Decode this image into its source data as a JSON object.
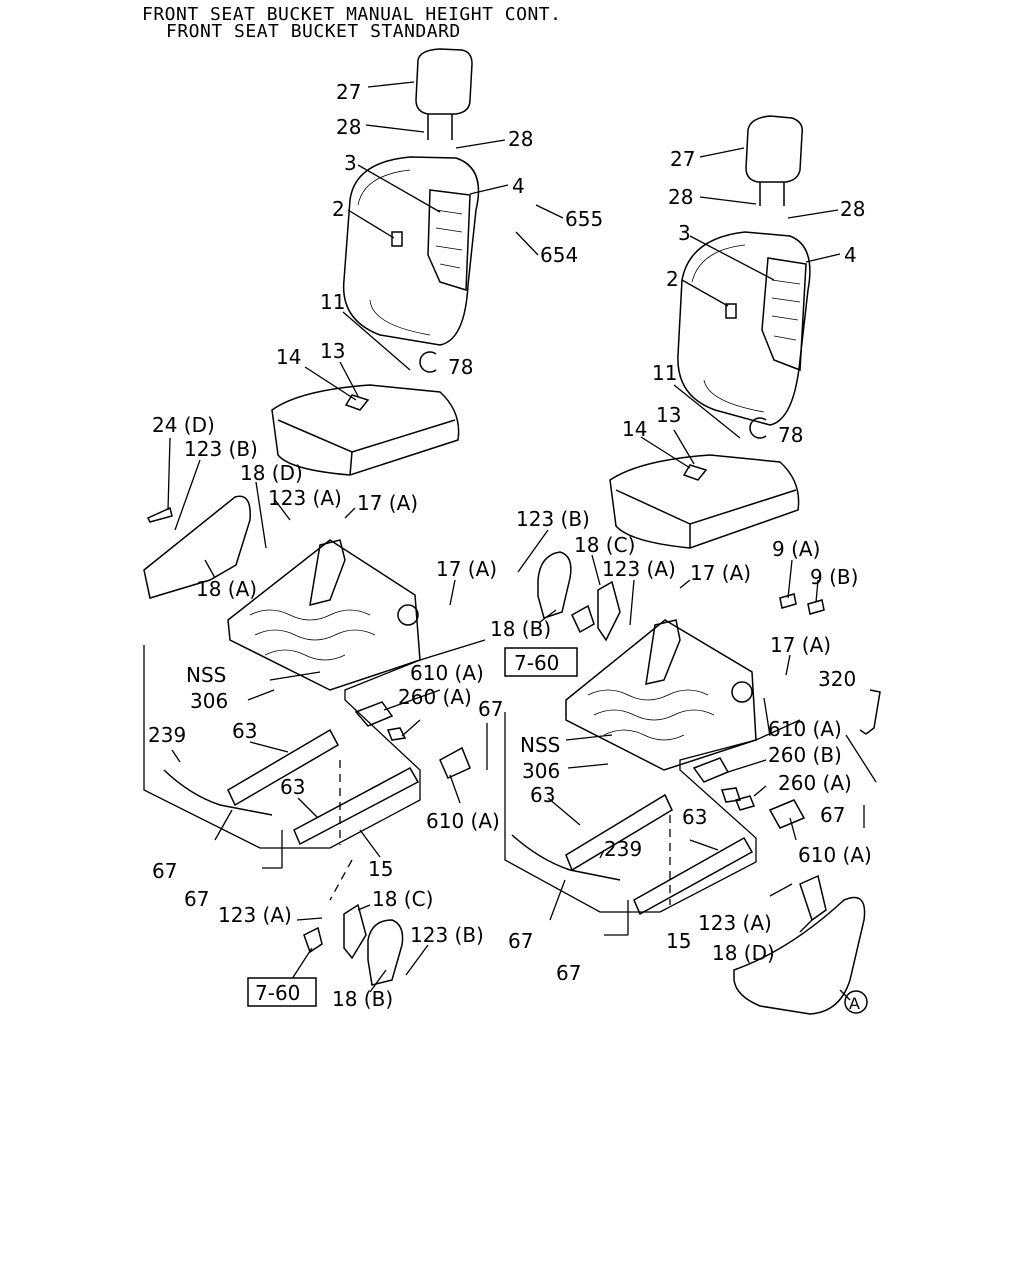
{
  "title": {
    "line1": "FRONT SEAT BUCKET MANUAL HEIGHT CONT.",
    "line2": "FRONT SEAT BUCKET STANDARD"
  },
  "labels": {
    "l27": "27",
    "l28a": "28",
    "l28b": "28",
    "l3": "3",
    "l4": "4",
    "l2": "2",
    "l655": "655",
    "l654": "654",
    "l11": "11",
    "l78": "78",
    "l14": "14",
    "l13": "13",
    "l24d": "24 (D)",
    "l123b": "123 (B)",
    "l18d": "18 (D)",
    "l123a": "123 (A)",
    "l17a": "17 (A)",
    "l18a": "18 (A)",
    "l17a2": "17 (A)",
    "lnss": "NSS",
    "l306": "306",
    "l610a": "610 (A)",
    "l260a": "260 (A)",
    "l67": "67",
    "l239": "239",
    "l63a": "63",
    "l63b": "63",
    "l610a2": "610 (A)",
    "l67b": "67",
    "l15": "15",
    "l67c": "67",
    "l18c": "18 (C)",
    "l123a2": "123 (A)",
    "l123b2": "123 (B)",
    "l18b": "18 (B)",
    "r27": "27",
    "r28a": "28",
    "r28b": "28",
    "r3": "3",
    "r4": "4",
    "r2": "2",
    "r11": "11",
    "r78": "78",
    "r13": "13",
    "r14": "14",
    "r123b": "123 (B)",
    "r18c": "18 (C)",
    "r123a": "123 (A)",
    "r17a": "17 (A)",
    "r18b": "18 (B)",
    "r9a": "9 (A)",
    "r9b": "9 (B)",
    "r17a2": "17 (A)",
    "r320": "320",
    "r610a": "610 (A)",
    "rnss": "NSS",
    "r306": "306",
    "r260b": "260 (B)",
    "r260a": "260 (A)",
    "r67": "67",
    "r63a": "63",
    "r239": "239",
    "r63b": "63",
    "r610a2": "610 (A)",
    "r123a2": "123 (A)",
    "r18d": "18 (D)",
    "r67b": "67",
    "r15": "15",
    "r67c": "67",
    "rA": "A"
  },
  "boxes": {
    "left": "7-60",
    "right": "7-60"
  }
}
